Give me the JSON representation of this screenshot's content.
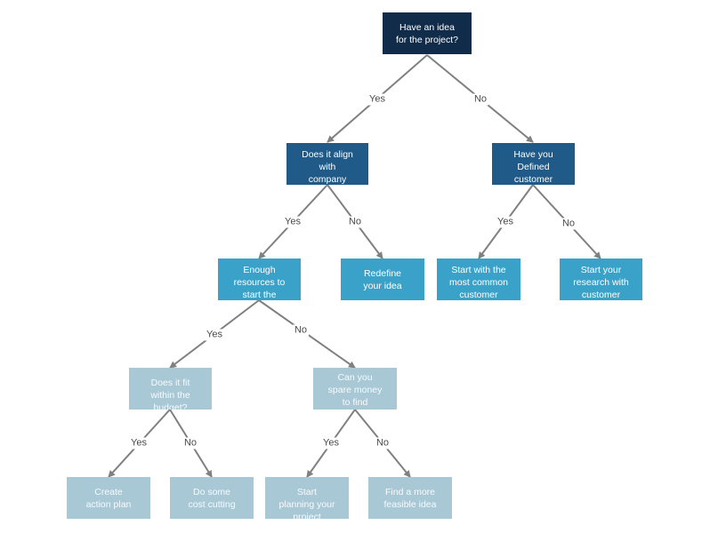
{
  "nodes": {
    "root": "Have an idea\nfor the project?",
    "align": "Does it align\nwith\ncompany\nmission?",
    "defined": "Have you\nDefined\ncustomer\nsegments?",
    "resources": "Enough\nresources to\nstart the\nproject?",
    "redefine": "Redefine\nyour idea",
    "common": "Start with the\nmost common\ncustomer\nsegment",
    "research": "Start your\nresearch with\ncustomer\nresearch",
    "budget": "Does it fit\nwithin the\nbudget?",
    "spare": "Can you\nspare money\nto find\nresources?",
    "action": "Create\naction plan",
    "cost": "Do some\ncost cutting",
    "planning": "Start\nplanning your\nproject",
    "feasible": "Find a more\nfeasible idea"
  },
  "edge_labels": {
    "yes": "Yes",
    "no": "No"
  },
  "colors": {
    "level0": "#102c4a",
    "level1": "#1f5a89",
    "level2": "#3aa2c9",
    "level3": "#a9c8d6",
    "connector": "#808080"
  }
}
